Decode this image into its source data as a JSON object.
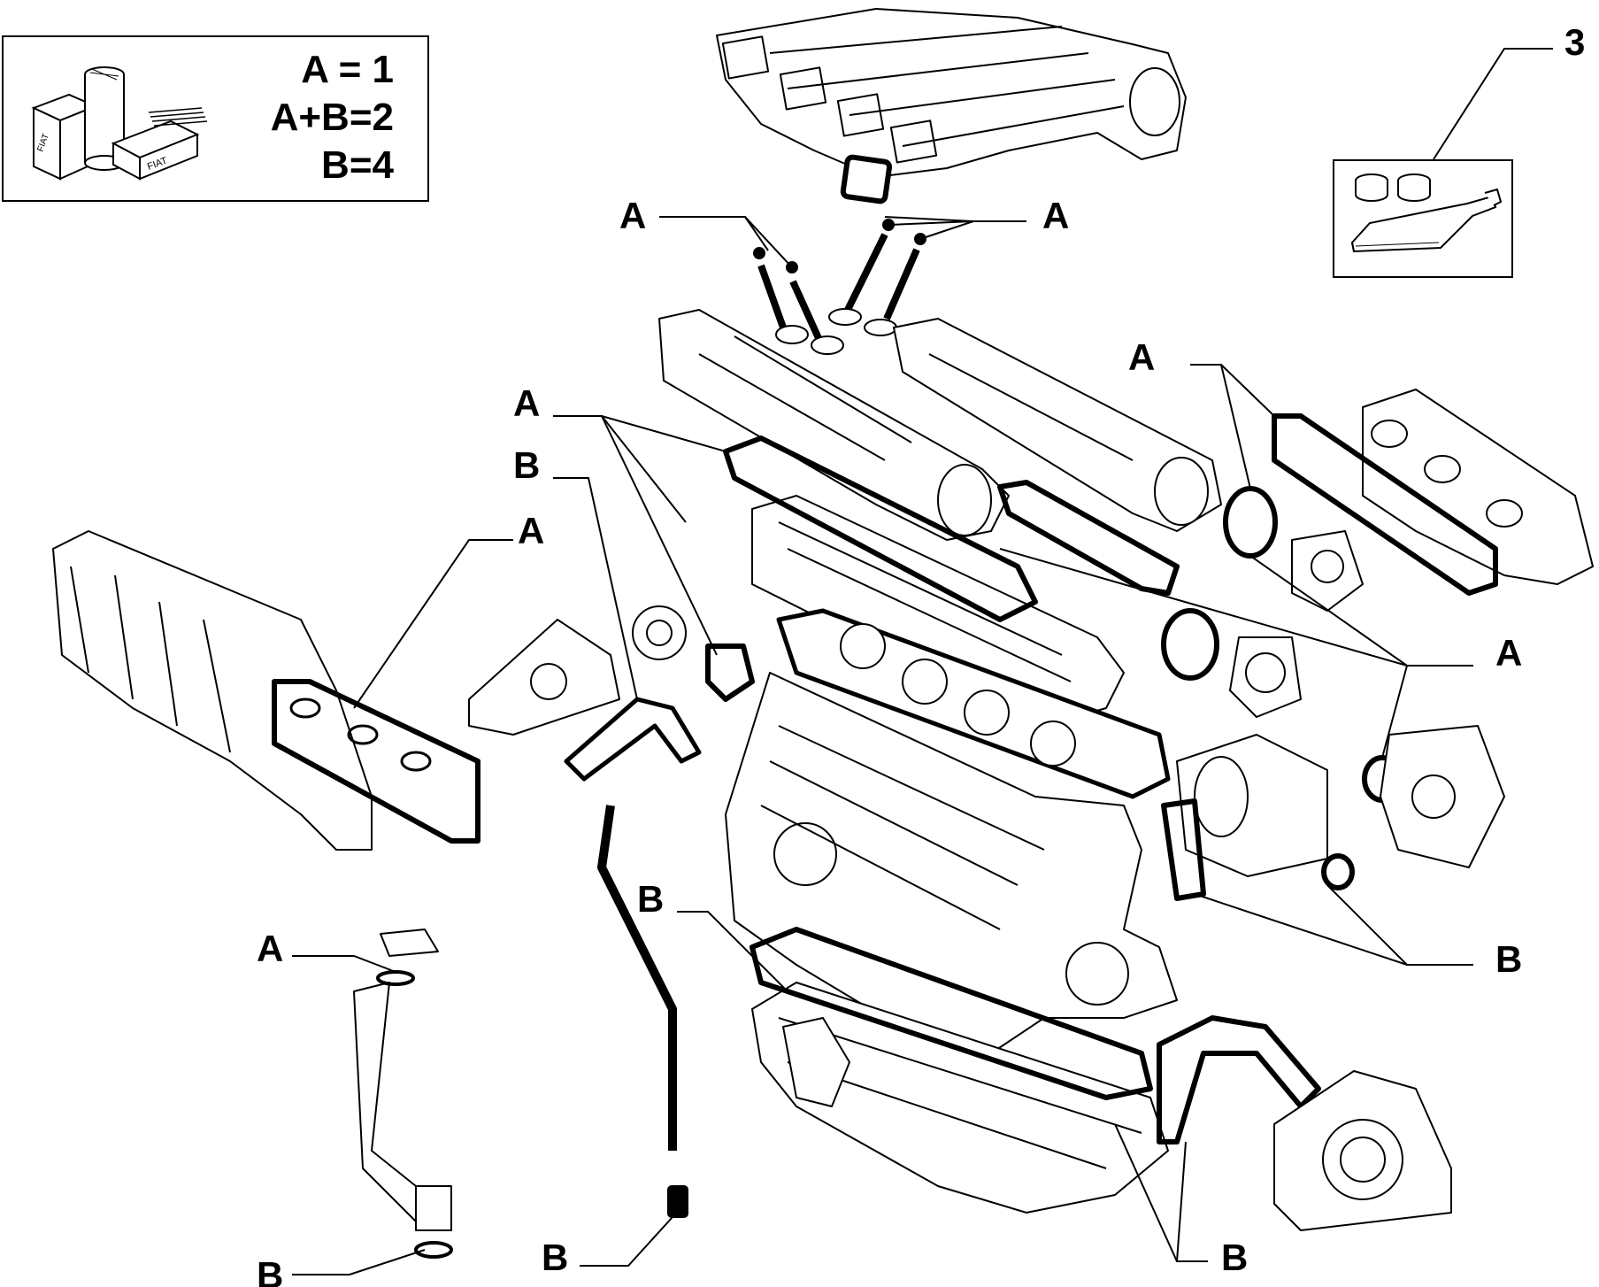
{
  "legend": {
    "line1": "A = 1",
    "line2": "A+B=2",
    "line3": "B=4",
    "icon": "fiat-packaging-icon"
  },
  "kit": {
    "number": "3",
    "icon": "sealant-kit-icon"
  },
  "callouts": {
    "A": "A",
    "B": "B"
  },
  "colors": {
    "ink": "#000000",
    "background": "#ffffff"
  }
}
